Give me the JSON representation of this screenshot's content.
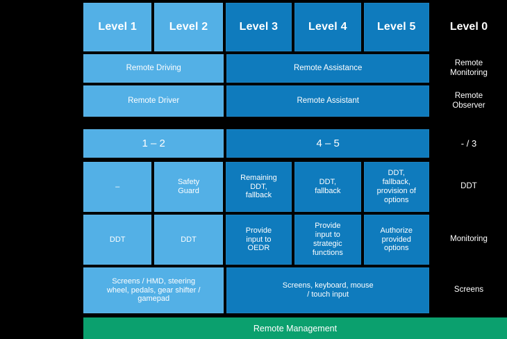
{
  "levels": {
    "headers": [
      "Level 1",
      "Level 2",
      "Level 3",
      "Level 4",
      "Level 5"
    ],
    "level_zero": "Level 0"
  },
  "rows": {
    "role_mode": {
      "left": "Remote Driving",
      "right": "Remote Assistance",
      "level0": "Remote\nMonitoring"
    },
    "role_person": {
      "left": "Remote Driver",
      "right": "Remote Assistant",
      "level0": "Remote\nObserver"
    },
    "range": {
      "left": "1 – 2",
      "right": "4 – 5",
      "level0": "- / 3"
    },
    "ddt": {
      "label": "DDT",
      "cells": [
        "–",
        "Safety\nGuard",
        "Remaining\nDDT,\nfallback",
        "DDT,\nfallback",
        "DDT,\nfallback,\nprovision of\noptions"
      ]
    },
    "monitoring": {
      "label": "Monitoring",
      "cells": [
        "DDT",
        "DDT",
        "Provide\ninput to\nOEDR",
        "Provide\ninput to\nstrategic\nfunctions",
        "Authorize\nprovided\noptions"
      ]
    },
    "screens": {
      "label": "Screens",
      "left": "Screens / HMD, steering\nwheel, pedals, gear shifter /\ngamepad",
      "right": "Screens, keyboard, mouse\n/ touch input"
    }
  },
  "footer": {
    "label": "Remote Management"
  },
  "colors": {
    "light_blue": "#53b0e6",
    "dark_blue": "#0f7bbd",
    "green": "#0ba06e",
    "background": "#000000"
  }
}
